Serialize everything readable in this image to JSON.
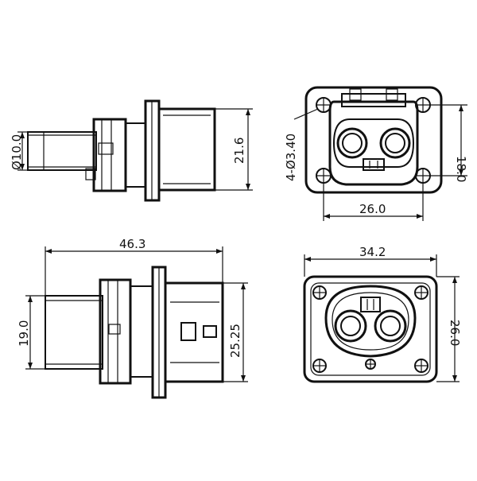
{
  "dimensions": {
    "side_pin_dia": "Ø10.0",
    "side_height": "21.6",
    "front_hole": "4-Ø3.40",
    "front_hole_spacing": "18.0",
    "front_width": "26.0",
    "overall_length": "46.3",
    "body_dia": "19.0",
    "housing_height": "25.25",
    "flange_width": "34.2",
    "flange_height": "26.0"
  }
}
